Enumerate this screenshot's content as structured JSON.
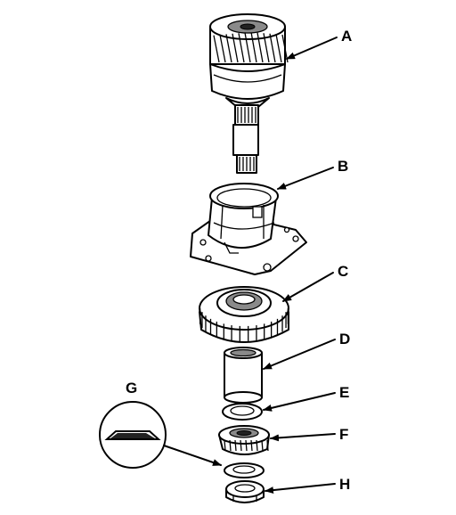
{
  "labels": {
    "a": "A",
    "b": "B",
    "c": "C",
    "d": "D",
    "e": "E",
    "f": "F",
    "g": "G",
    "h": "H"
  }
}
